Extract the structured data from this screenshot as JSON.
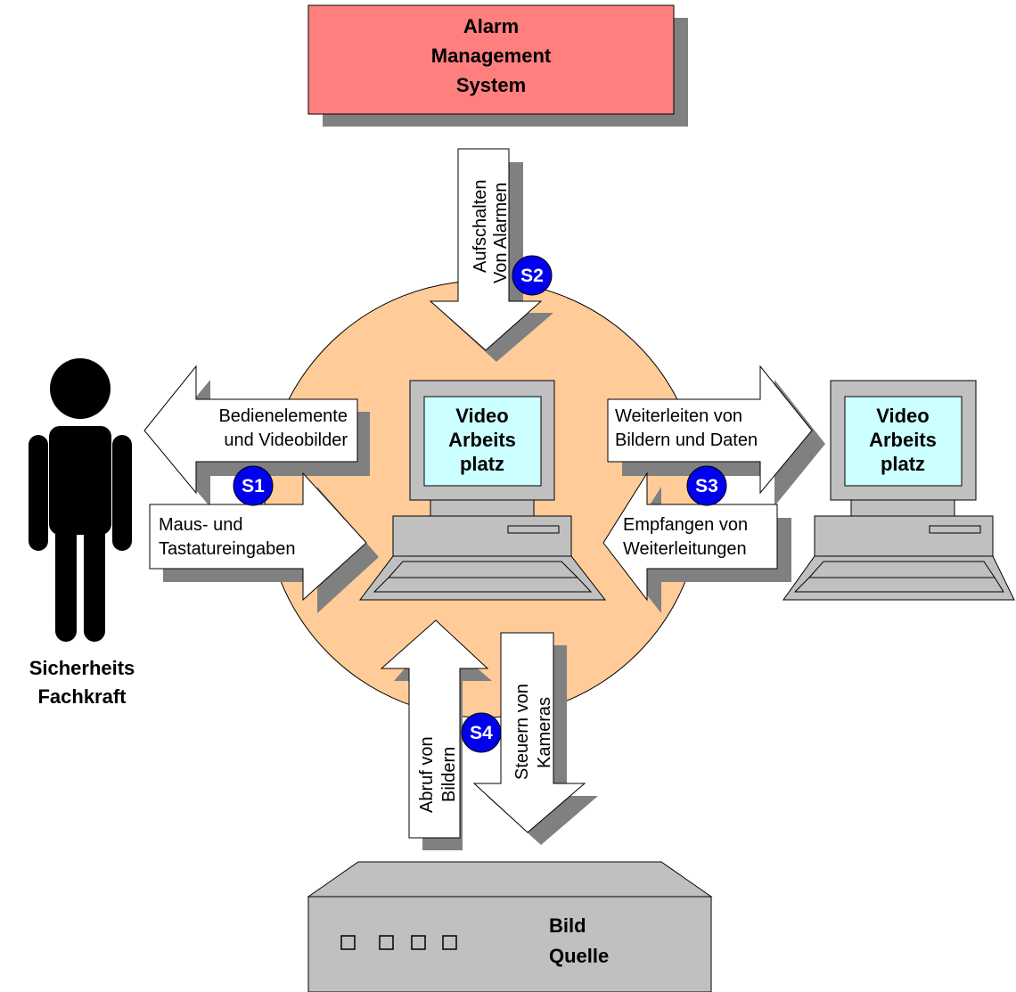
{
  "alarm_system": {
    "lines": [
      "Alarm",
      "Management",
      "System"
    ]
  },
  "workstation_left": {
    "lines": [
      "Video",
      "Arbeits",
      "platz"
    ]
  },
  "workstation_right": {
    "lines": [
      "Video",
      "Arbeits",
      "platz"
    ]
  },
  "person": {
    "lines": [
      "Sicherheits",
      "Fachkraft"
    ]
  },
  "image_source": {
    "lines": [
      "Bild",
      "Quelle"
    ]
  },
  "arrows": {
    "alarm": {
      "lines": [
        "Aufschalten",
        "Von Alarmen"
      ]
    },
    "ui_out": {
      "lines": [
        "Bedienelemente",
        "und Videobilder"
      ]
    },
    "ui_in": {
      "lines": [
        "Maus- und",
        "Tastatureingaben"
      ]
    },
    "forward_out": {
      "lines": [
        "Weiterleiten von",
        "Bildern und Daten"
      ]
    },
    "forward_in": {
      "lines": [
        "Empfangen von",
        "Weiterleitungen"
      ]
    },
    "retrieve": {
      "lines": [
        "Abruf von",
        "Bildern"
      ]
    },
    "camera_ctrl": {
      "lines": [
        "Steuern von",
        "Kameras"
      ]
    }
  },
  "badges": {
    "s1": "S1",
    "s2": "S2",
    "s3": "S3",
    "s4": "S4"
  },
  "colors": {
    "alarm_box": "#ff7f7f",
    "circle": "#ffcc99",
    "monitor_screen": "#ccffff",
    "device_gray": "#c0c0c0",
    "badge": "#0000ee",
    "shadow": "#808080"
  }
}
